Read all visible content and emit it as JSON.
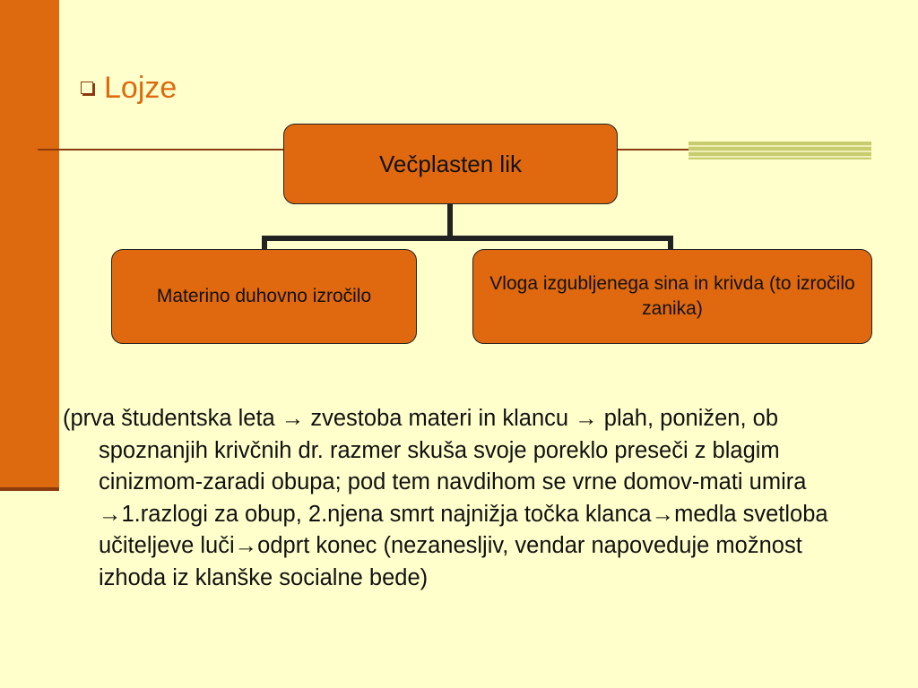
{
  "slide": {
    "title": "Lojze",
    "colors": {
      "background": "#FFFFCC",
      "accent": "#DE6A10",
      "dark": "#8B3A10",
      "node_fill": "#E0690F"
    }
  },
  "diagram": {
    "root": "Večplasten lik",
    "children": [
      "Materino duhovno izročilo",
      "Vloga izgubljenega sina in krivda (to izročilo zanika)"
    ]
  },
  "body": {
    "text": "(prva študentska leta → zvestoba materi in klancu → plah, ponižen, ob spoznanjih krivčnih dr. razmer skuša svoje poreklo preseči z blagim cinizmom-zaradi obupa;  pod tem navdihom se vrne domov-mati umira →1.razlogi za obup, 2.njena smrt najnižja točka klanca→medla svetloba učiteljeve luči→odprt konec (nezanesljiv, vendar napoveduje možnost izhoda iz klanške socialne bede)"
  }
}
